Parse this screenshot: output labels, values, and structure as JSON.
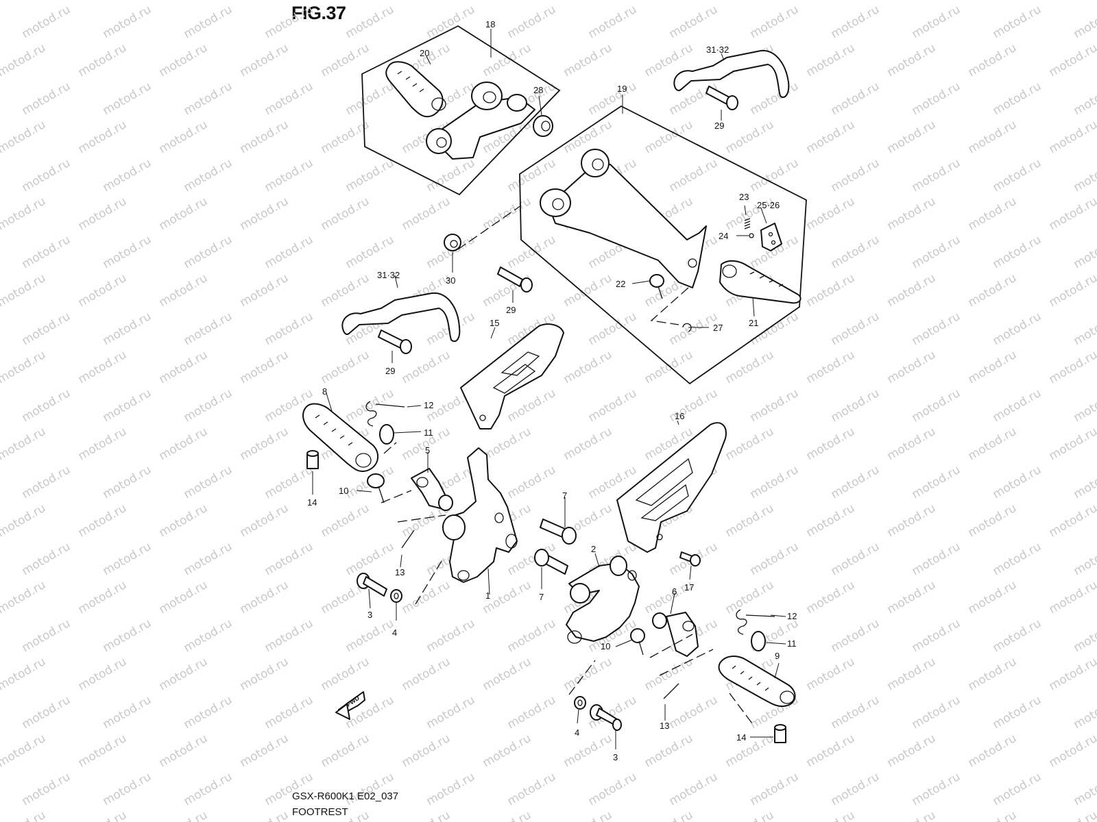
{
  "figure": {
    "title": "FIG.37",
    "model_code": "GSX-R600K1 E02_037",
    "section_name": "FOOTREST",
    "watermark_text": "motod.ru",
    "fwd_label": "FWD"
  },
  "parts": [
    {
      "key": "p1",
      "ref": "1"
    },
    {
      "key": "p2",
      "ref": "2"
    },
    {
      "key": "p3a",
      "ref": "3"
    },
    {
      "key": "p3b",
      "ref": "3"
    },
    {
      "key": "p4a",
      "ref": "4"
    },
    {
      "key": "p4b",
      "ref": "4"
    },
    {
      "key": "p5",
      "ref": "5"
    },
    {
      "key": "p6",
      "ref": "6"
    },
    {
      "key": "p7a",
      "ref": "7"
    },
    {
      "key": "p7b",
      "ref": "7"
    },
    {
      "key": "p8",
      "ref": "8"
    },
    {
      "key": "p9",
      "ref": "9"
    },
    {
      "key": "p10a",
      "ref": "10"
    },
    {
      "key": "p10b",
      "ref": "10"
    },
    {
      "key": "p11a",
      "ref": "11"
    },
    {
      "key": "p11b",
      "ref": "11"
    },
    {
      "key": "p12a",
      "ref": "12"
    },
    {
      "key": "p12b",
      "ref": "12"
    },
    {
      "key": "p13a",
      "ref": "13"
    },
    {
      "key": "p13b",
      "ref": "13"
    },
    {
      "key": "p14a",
      "ref": "14"
    },
    {
      "key": "p14b",
      "ref": "14"
    },
    {
      "key": "p15",
      "ref": "15"
    },
    {
      "key": "p16",
      "ref": "16"
    },
    {
      "key": "p17",
      "ref": "17"
    },
    {
      "key": "p18",
      "ref": "18"
    },
    {
      "key": "p19",
      "ref": "19"
    },
    {
      "key": "p20",
      "ref": "20"
    },
    {
      "key": "p21",
      "ref": "21"
    },
    {
      "key": "p22",
      "ref": "22"
    },
    {
      "key": "p23",
      "ref": "23"
    },
    {
      "key": "p24",
      "ref": "24"
    },
    {
      "key": "p25_26",
      "ref": "25·26"
    },
    {
      "key": "p27",
      "ref": "27"
    },
    {
      "key": "p28",
      "ref": "28"
    },
    {
      "key": "p29a",
      "ref": "29"
    },
    {
      "key": "p29b",
      "ref": "29"
    },
    {
      "key": "p29c",
      "ref": "29"
    },
    {
      "key": "p30",
      "ref": "30"
    },
    {
      "key": "p31_32a",
      "ref": "31·32"
    },
    {
      "key": "p31_32b",
      "ref": "31·32"
    }
  ]
}
